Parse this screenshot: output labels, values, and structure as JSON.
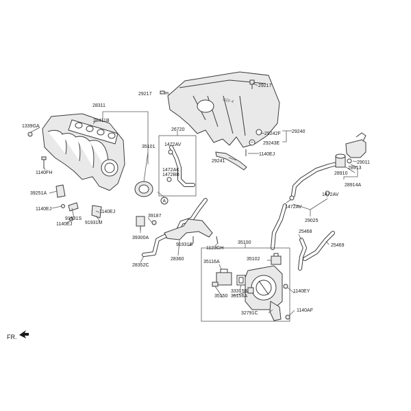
{
  "direction_marker": "FR.",
  "cover_logo_text": "GDI 4",
  "labels": {
    "p29217a": "29217",
    "p29217b": "29217",
    "p28311": "28311",
    "p1339GA": "1339GA",
    "p28411B": "28411B",
    "p1140FH": "1140FH",
    "p26720": "26720",
    "p1472AV_a": "1472AV",
    "p35101": "35101",
    "p1472AK": "1472AK",
    "p1472BB": "1472BB",
    "pA": "A",
    "p39251A": "39251A",
    "p1140EJ_a": "1140EJ",
    "p91931S": "91931S",
    "p1140EJ_b": "1140EJ",
    "p1140EJ_c": "1140EJ",
    "p91931M": "91931M",
    "p39187": "39187",
    "p39300A": "39300A",
    "p28352C": "28352C",
    "p91931B": "91931B",
    "p28360": "28360",
    "p1123GH": "1123GH",
    "p29242F": "29242F",
    "p29240": "29240",
    "p29243E": "29243E",
    "p29241": "29241",
    "p1140EJ_d": "1140EJ",
    "p29011": "29011",
    "p28913": "28913",
    "p28910": "28910",
    "p28914A": "28914A",
    "p1472AV_b": "1472AV",
    "p1472AV_c": "1472AV",
    "p29025": "29025",
    "p25468": "25468",
    "p25469": "25469",
    "p35100": "35100",
    "p35116A": "35116A",
    "p35102": "35102",
    "p33315B": "33315B",
    "p35156A": "35156A",
    "p35150": "35150",
    "p1140EY": "1140EY",
    "p32791C": "32791C",
    "p1140AF": "1140AF"
  }
}
